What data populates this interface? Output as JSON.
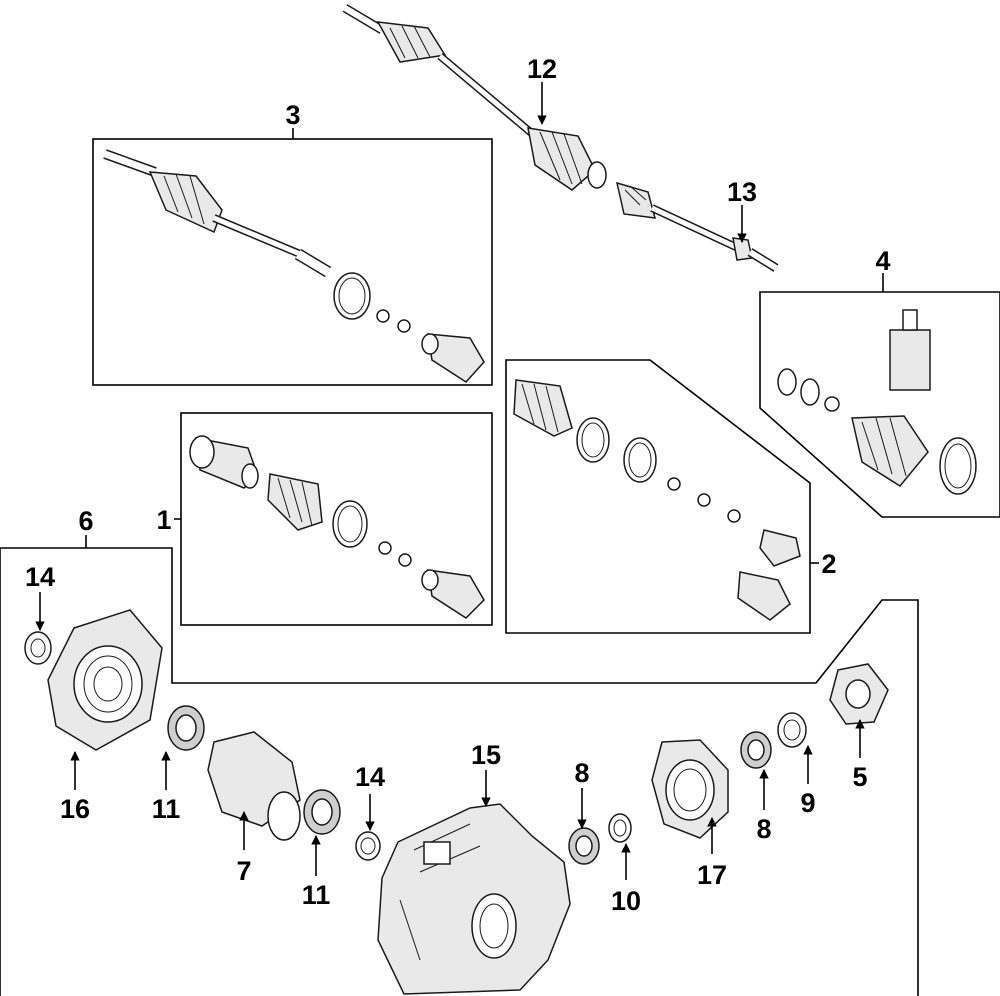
{
  "diagram": {
    "callouts": {
      "c1": "1",
      "c2": "2",
      "c3": "3",
      "c4": "4",
      "c5": "5",
      "c6": "6",
      "c7": "7",
      "c8a": "8",
      "c8b": "8",
      "c9": "9",
      "c10": "10",
      "c11a": "11",
      "c11b": "11",
      "c12": "12",
      "c13": "13",
      "c14a": "14",
      "c14b": "14",
      "c15": "15",
      "c16": "16",
      "c17": "17"
    }
  }
}
